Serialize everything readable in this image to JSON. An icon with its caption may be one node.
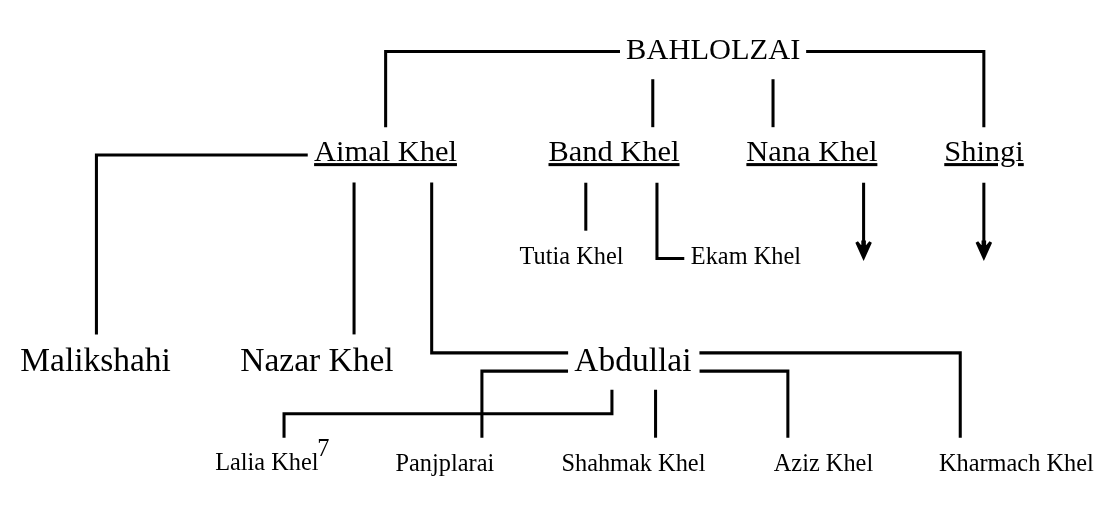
{
  "diagram": {
    "nodes": [
      {
        "text": [
          "BAHLOLZAI"
        ]
      },
      {
        "text": [
          "Aimal Khel"
        ]
      },
      {
        "text": [
          "Band Khel"
        ]
      },
      {
        "text": [
          "Nana Khel"
        ]
      },
      {
        "text": [
          "Shingi"
        ]
      },
      {
        "text": [
          "Ekam Khel"
        ]
      },
      {
        "text": [
          "Tutia Khel"
        ]
      },
      {
        "text": [
          "Abdullai"
        ]
      },
      {
        "text": [
          "Malikshahi"
        ]
      },
      {
        "text": [
          "Nazar Khel"
        ]
      },
      {
        "text": [
          "Lalia Khel$^{7}$"
        ]
      },
      {
        "text": [
          "Panjplarai"
        ]
      },
      {
        "text": [
          "Shahmak Khel"
        ]
      },
      {
        "text": [
          "Aziz Khel"
        ]
      },
      {
        "text": [
          "Kharmach Khel"
        ]
      }
    ],
    "edges": [
      {
        "from": 0,
        "to": 1,
        "arrow": "none"
      },
      {
        "from": 0,
        "to": 2,
        "arrow": "none"
      },
      {
        "from": 0,
        "to": 3,
        "arrow": "none"
      },
      {
        "from": 0,
        "to": 4,
        "arrow": "none"
      },
      {
        "from": 3,
        "to": null,
        "arrow": "to"
      },
      {
        "from": 4,
        "to": null,
        "arrow": "to"
      },
      {
        "from": 2,
        "to": 5,
        "arrow": "none"
      },
      {
        "from": 2,
        "to": 6,
        "arrow": "none"
      },
      {
        "from": 1,
        "to": 7,
        "arrow": "none"
      },
      {
        "from": 1,
        "to": 8,
        "arrow": "none"
      },
      {
        "from": 1,
        "to": 9,
        "arrow": "none"
      },
      {
        "from": 7,
        "to": 10,
        "arrow": "none"
      },
      {
        "from": 7,
        "to": 11,
        "arrow": "none"
      },
      {
        "from": 7,
        "to": 12,
        "arrow": "none"
      },
      {
        "from": 7,
        "to": 13,
        "arrow": "none"
      },
      {
        "from": 7,
        "to": 14,
        "arrow": "none"
      }
    ]
  }
}
